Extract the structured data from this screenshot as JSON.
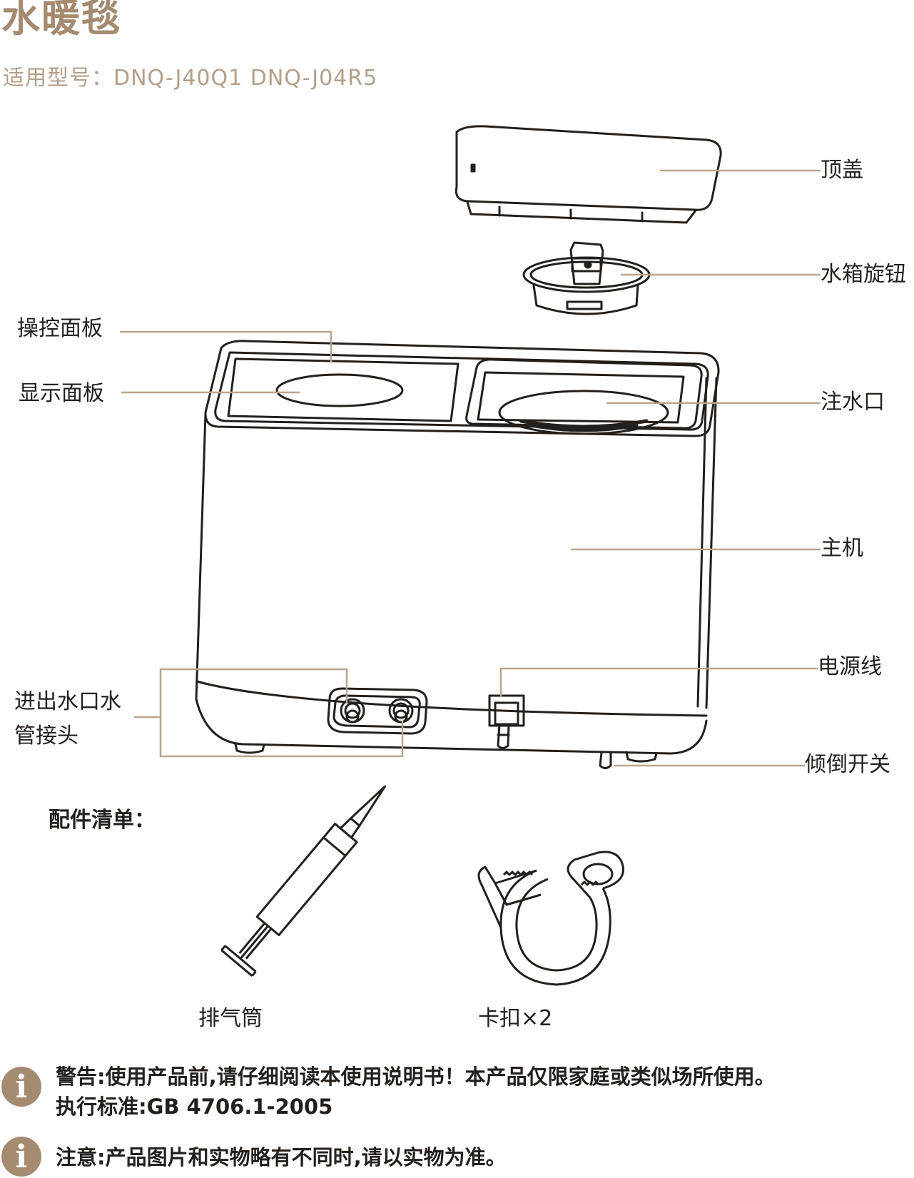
{
  "header": {
    "title": "水暖毯",
    "models": "适用型号：DNQ-J40Q1  DNQ-J04R5"
  },
  "diagram_labels": {
    "top_cover": "顶盖",
    "tank_knob": "水箱旋钮",
    "control_panel": "操控面板",
    "display_panel": "显示面板",
    "water_inlet": "注水口",
    "main_unit": "主机",
    "power_cord": "电源线",
    "connector_line1": "进出水口水",
    "connector_line2": "管接头",
    "tilt_switch": "倾倒开关"
  },
  "accessories": {
    "heading": "配件清单：",
    "items": [
      "排气筒",
      "卡扣×2"
    ]
  },
  "notices": {
    "warning_line1": "警告:使用产品前,请仔细阅读本使用说明书！本产品仅限家庭或类似场所使用。",
    "warning_line2": "执行标准:GB 4706.1-2005",
    "note": "注意:产品图片和实物略有不同时,请以实物为准。"
  },
  "colors": {
    "accent": "#a48a6f",
    "leader_line": "#b8a48c",
    "line_art": "#231f1c"
  },
  "icons": [
    "info-icon",
    "info-icon"
  ]
}
